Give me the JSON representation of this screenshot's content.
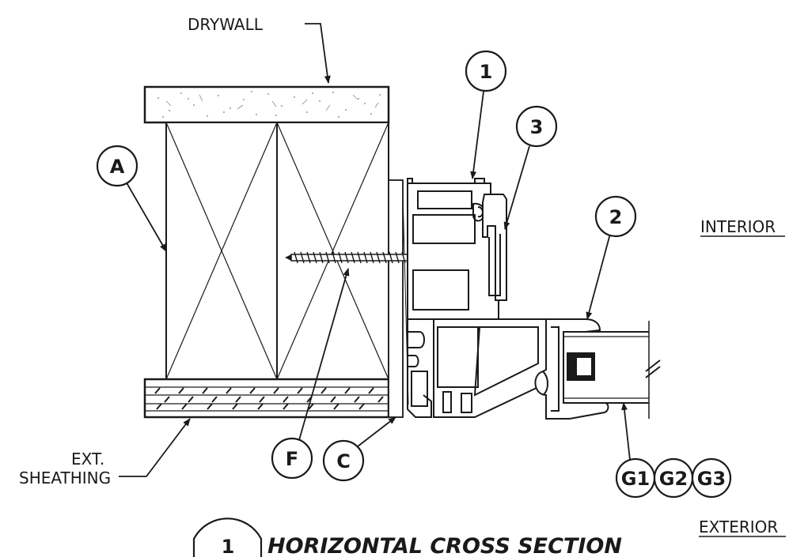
{
  "labels": {
    "drywall": "DRYWALL",
    "ext_sheathing_line1": "EXT.",
    "ext_sheathing_line2": "SHEATHING",
    "interior": "INTERIOR",
    "exterior": "EXTERIOR"
  },
  "callouts": {
    "one": "1",
    "two": "2",
    "three": "3",
    "a": "A",
    "c": "C",
    "f": "F",
    "g1": "G1",
    "g2": "G2",
    "g3": "G3"
  },
  "title": {
    "number": "1",
    "text": "HORIZONTAL CROSS SECTION"
  }
}
